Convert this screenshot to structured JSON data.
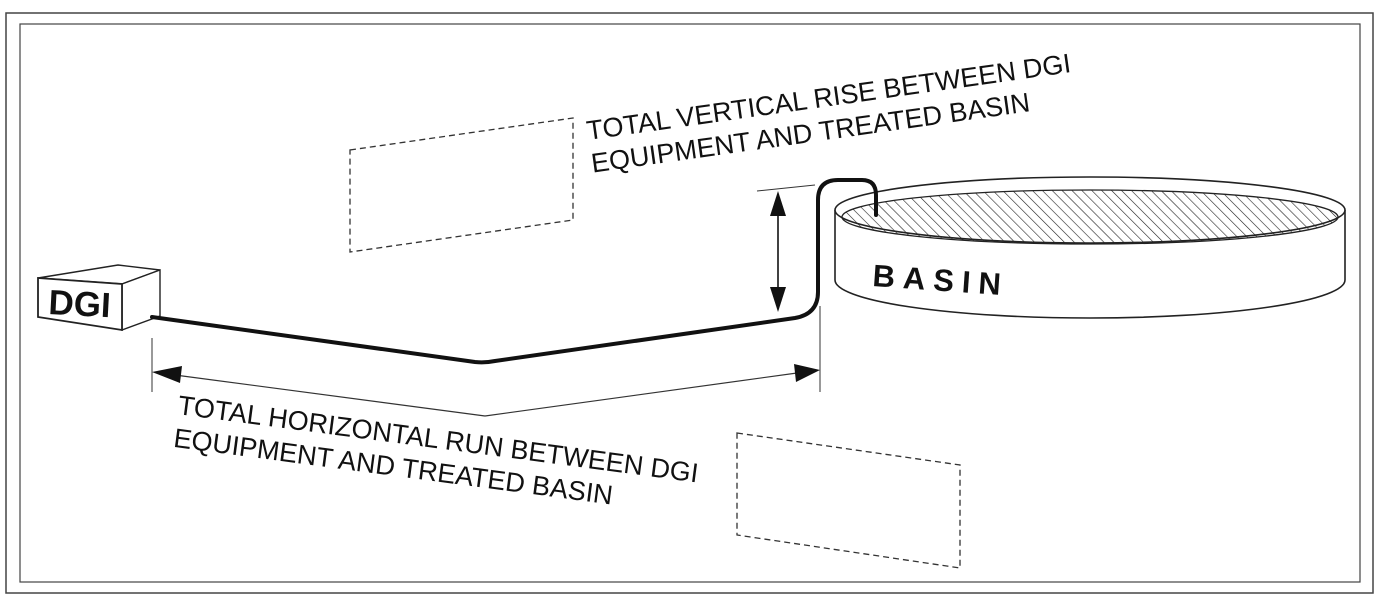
{
  "labels": {
    "vertical_rise": [
      "TOTAL VERTICAL RISE BETWEEN DGI",
      "EQUIPMENT AND TREATED BASIN"
    ],
    "horizontal_run": [
      "TOTAL HORIZONTAL RUN BETWEEN DGI",
      "EQUIPMENT AND TREATED BASIN"
    ],
    "dgi": "DGI",
    "basin": "BASIN"
  },
  "colors": {
    "ink": "#111111",
    "frame": "#444444",
    "background": "#ffffff"
  }
}
